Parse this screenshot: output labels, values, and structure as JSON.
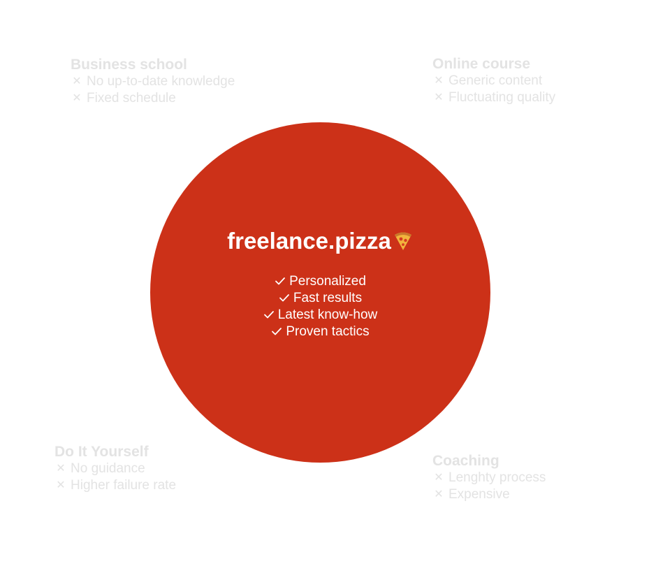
{
  "center": {
    "brand": "freelance.pizza",
    "brand_icon": "pizza-slice-icon",
    "circle_color": "#cc3118",
    "benefit_icon": "checkmark-icon",
    "benefits": [
      "Personalized",
      "Fast results",
      "Latest know-how",
      "Proven tactics"
    ]
  },
  "alternatives": {
    "drawback_icon": "x-mark-icon",
    "text_color": "#e3e3e3",
    "business_school": {
      "title": "Business school",
      "items": [
        "No up-to-date knowledge",
        "Fixed schedule"
      ]
    },
    "online_course": {
      "title": "Online course",
      "items": [
        "Generic content",
        "Fluctuating quality"
      ]
    },
    "diy": {
      "title": "Do It Yourself",
      "items": [
        "No guidance",
        "Higher failure rate"
      ]
    },
    "coaching": {
      "title": "Coaching",
      "items": [
        "Lenghty process",
        "Expensive"
      ]
    }
  }
}
